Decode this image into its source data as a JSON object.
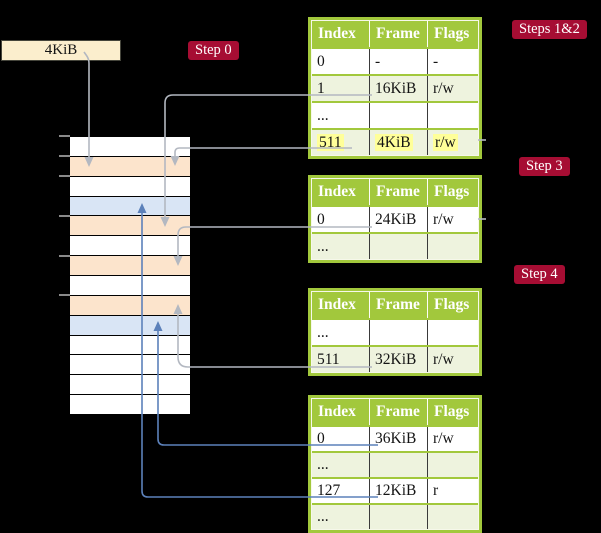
{
  "root_pointer": {
    "label": "4KiB"
  },
  "step_labels": [
    {
      "id": "step-0",
      "label": "Step 0"
    },
    {
      "id": "steps-1-2",
      "label": "Steps 1&2"
    },
    {
      "id": "step-3",
      "label": "Step 3"
    },
    {
      "id": "step-4",
      "label": "Step 4"
    }
  ],
  "memory": {
    "rows": [
      {
        "fill": "white"
      },
      {
        "fill": "peach"
      },
      {
        "fill": "white"
      },
      {
        "fill": "blue"
      },
      {
        "fill": "peach"
      },
      {
        "fill": "white"
      },
      {
        "fill": "peach"
      },
      {
        "fill": "white"
      },
      {
        "fill": "peach"
      },
      {
        "fill": "blue"
      },
      {
        "fill": "white"
      },
      {
        "fill": "white"
      },
      {
        "fill": "white"
      },
      {
        "fill": "white"
      }
    ]
  },
  "tables": [
    {
      "id": "page-table-1",
      "headers": [
        "Index",
        "Frame",
        "Flags"
      ],
      "rows": [
        {
          "cells": [
            "0",
            "-",
            "-"
          ],
          "tint": false,
          "highlight": false
        },
        {
          "cells": [
            "1",
            "16KiB",
            "r/w"
          ],
          "tint": true,
          "highlight": false
        },
        {
          "cells": [
            "...",
            "",
            ""
          ],
          "tint": false,
          "highlight": false
        },
        {
          "cells": [
            "511",
            "4KiB",
            "r/w"
          ],
          "tint": true,
          "highlight": true
        }
      ]
    },
    {
      "id": "page-table-2",
      "headers": [
        "Index",
        "Frame",
        "Flags"
      ],
      "rows": [
        {
          "cells": [
            "0",
            "24KiB",
            "r/w"
          ],
          "tint": false,
          "highlight": false
        },
        {
          "cells": [
            "...",
            "",
            ""
          ],
          "tint": true,
          "highlight": false
        }
      ]
    },
    {
      "id": "page-table-3",
      "headers": [
        "Index",
        "Frame",
        "Flags"
      ],
      "rows": [
        {
          "cells": [
            "...",
            "",
            ""
          ],
          "tint": false,
          "highlight": false
        },
        {
          "cells": [
            "511",
            "32KiB",
            "r/w"
          ],
          "tint": true,
          "highlight": false
        }
      ]
    },
    {
      "id": "page-table-4",
      "headers": [
        "Index",
        "Frame",
        "Flags"
      ],
      "rows": [
        {
          "cells": [
            "0",
            "36KiB",
            "r/w"
          ],
          "tint": false,
          "highlight": false
        },
        {
          "cells": [
            "...",
            "",
            ""
          ],
          "tint": true,
          "highlight": false
        },
        {
          "cells": [
            "127",
            "12KiB",
            "r"
          ],
          "tint": false,
          "highlight": false
        },
        {
          "cells": [
            "...",
            "",
            ""
          ],
          "tint": true,
          "highlight": false
        }
      ]
    }
  ],
  "connectors": [
    {
      "id": "cr3",
      "color_role": "gray",
      "from": "root-pointer-box",
      "to": "memory-frame-4kib"
    },
    {
      "id": "t1r1",
      "color_role": "gray",
      "from": "table1-entry-1",
      "to": "memory-frame-16kib"
    },
    {
      "id": "t1r511",
      "color_role": "gray",
      "from": "table1-entry-511",
      "to": "memory-frame-4kib"
    },
    {
      "id": "t2r0",
      "color_role": "gray",
      "from": "table2-entry-0",
      "to": "memory-frame-24kib"
    },
    {
      "id": "t3r511",
      "color_role": "gray",
      "from": "table3-entry-511",
      "to": "memory-frame-32kib"
    },
    {
      "id": "t4r0",
      "color_role": "blue",
      "from": "table4-entry-0",
      "to": "memory-frame-36kib"
    },
    {
      "id": "t4r127",
      "color_role": "blue",
      "from": "table4-entry-127",
      "to": "memory-frame-12kib"
    },
    {
      "id": "stub-right-1",
      "color_role": "gray",
      "from": "table1-entry-511",
      "to": ""
    },
    {
      "id": "stub-right-2",
      "color_role": "gray",
      "from": "table2-entry-0",
      "to": ""
    }
  ],
  "colors": {
    "background": "#000000",
    "table_green": "#a2c83c",
    "table_tint": "#eef3de",
    "frame_peach": "#fce4cc",
    "frame_blue": "#d9e5f5",
    "highlight_yellow": "#ffff99",
    "label_crimson": "#a60d33",
    "root_box_cream": "#fbeecd",
    "connector_gray": "#b3b8c1",
    "connector_blue": "#5c81ba"
  }
}
